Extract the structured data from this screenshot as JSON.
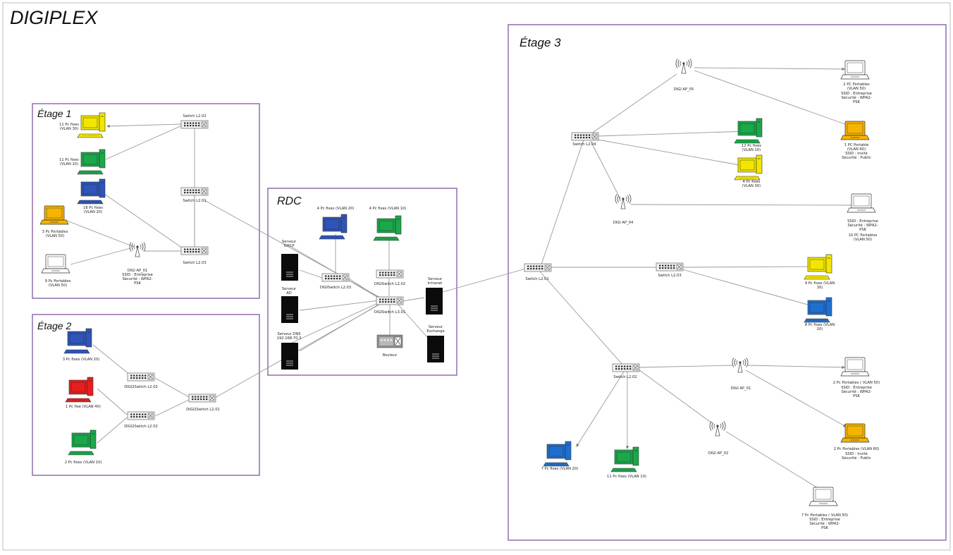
{
  "title": "DIGIPLEX",
  "zones": {
    "etage1": "Étage 1",
    "etage2": "Étage 2",
    "rdc": "RDC",
    "etage3": "Étage 3"
  },
  "labels": {
    "e1_switch_l202": "Switch L2.02",
    "e1_switch_l201": "Switch L2.01",
    "e1_switch_l203": "Switch L2.03",
    "e1_pc_yellow": [
      "11 Pc fixes",
      "(VLAN 30)"
    ],
    "e1_pc_green": [
      "11 Pc fixes",
      "(VLAN 10)"
    ],
    "e1_pc_blue": [
      "16 Pc fixes",
      "(VLAN 20)"
    ],
    "e1_laptop_orange": [
      "3 Pc Portables",
      "(VLAN 50)"
    ],
    "e1_laptop_white": [
      "9 Pc Portables",
      "(VLAN 50)"
    ],
    "e1_ap": [
      "DIGI AP_01",
      "SSID : Entreprise",
      "Sécurité : WPA2-",
      "PSK"
    ],
    "e2_pc_blue": [
      "3 Pc fixes (VLAN 20)"
    ],
    "e2_pc_red": [
      "1 Pc fixe (VLAN 40)"
    ],
    "e2_pc_green": [
      "2 Pc fixes (VLAN 10)"
    ],
    "e2_switch_a": "DIGI2Switch L2.02",
    "e2_switch_b": "DIGI2Switch L2.02",
    "e2_switch_main": "DIGI2Switch L2.01",
    "rdc_pc_blue": [
      "4 Pc fixes (VLAN 20)"
    ],
    "rdc_pc_green": [
      "4 Pc fixes (VLAN 10)"
    ],
    "rdc_srv_dhcp": [
      "Serveur",
      "DHCP"
    ],
    "rdc_srv_ad": [
      "Serveur",
      "AD"
    ],
    "rdc_srv_dns": [
      "Serveur DNS",
      "192.168.70.3"
    ],
    "rdc_srv_intranet": [
      "Serveur",
      "Intranet"
    ],
    "rdc_srv_exchange": [
      "Serveur",
      "Exchange"
    ],
    "rdc_switch_l203": "DIGISwitch L2.03",
    "rdc_switch_l202": "DIGISwitch L2.02",
    "rdc_switch_l301": "DIGISwitch L3.01",
    "rdc_router": "Routeur",
    "e3_ap05": "DIGI AP_05",
    "e3_laptop1": [
      "2 PC Portables",
      "(VLAN 50)",
      "SSID : Entreprise",
      "Sécurité : WPA2-",
      "PSK"
    ],
    "e3_laptop2": [
      "1 PC Portable",
      "(VLAN 60)",
      "SSID : Invité",
      "Sécurité : Public"
    ],
    "e3_switch_l204": "Switch L2.04",
    "e3_pc_green1": [
      "12 Pc fixes",
      "(VLAN 10)"
    ],
    "e3_pc_yellow1": [
      "4 Pc fixes",
      "(VLAN 30)"
    ],
    "e3_ap04": "DIGI AP_04",
    "e3_laptop3": [
      "SSID : Entreprise",
      "Sécurité : WPA2-",
      "PSK",
      "10 PC Portables",
      "(VLAN 50)"
    ],
    "e3_switch_l201": "Switch L2.01",
    "e3_switch_l203": "Switch L2.03",
    "e3_pc_yellow2": [
      "9 Pc fixes (VLAN",
      "30)"
    ],
    "e3_pc_blue1": [
      "8 Pc fixes (VLAN",
      "20)"
    ],
    "e3_switch_l202": "Switch L2.02",
    "e3_ap01": "DIGI AP_01",
    "e3_laptop4": [
      "2 Pc Portables ( VLAN 50)",
      "SSID : Entreprise",
      "Sécurité : WPA2-",
      "PSK"
    ],
    "e3_laptop5": [
      "2 Pc Portables (VLAN 60)",
      "SSID : Invité",
      "Sécurité : Public"
    ],
    "e3_ap02": "DIGI AP_02",
    "e3_laptop6": [
      "7 Pc Portables ( VLAN 50)",
      "SSID : Entreprise",
      "Sécurité : WPA2-",
      "PSK"
    ],
    "e3_pc_blue2": [
      "7 Pc fixes (VLAN 20)"
    ],
    "e3_pc_green2": [
      "11 Pc fixes (VLAN 10)"
    ]
  },
  "colors": {
    "zone_border": "#8a62a8",
    "pc_yellow": "#f2e600",
    "pc_green": "#1aa84a",
    "pc_blue": "#2f55b8",
    "pc_red": "#e61e1e",
    "pc_lightblue": "#1f6fd0",
    "laptop_orange": "#f5b400"
  }
}
